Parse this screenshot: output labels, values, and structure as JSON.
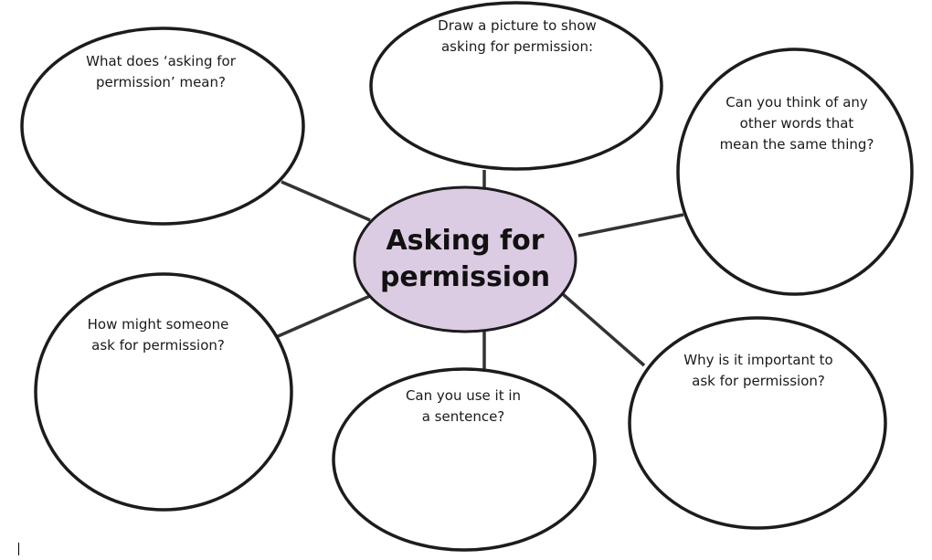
{
  "center": {
    "title_lines": [
      "Asking for",
      "permission"
    ],
    "fill": "#dcccE3"
  },
  "bubbles": [
    {
      "id": "meaning",
      "lines": [
        "What does ‘asking for",
        "permission’ mean?"
      ]
    },
    {
      "id": "picture",
      "lines": [
        "Draw a picture to show",
        "asking for permission:"
      ]
    },
    {
      "id": "synonyms",
      "lines": [
        "Can you think of any",
        "other words that",
        "mean the same thing?"
      ]
    },
    {
      "id": "how-ask",
      "lines": [
        "How might someone",
        "ask for permission?"
      ]
    },
    {
      "id": "sentence",
      "lines": [
        "Can you use it in",
        "a sentence?"
      ]
    },
    {
      "id": "importance",
      "lines": [
        "Why is it important to",
        "ask for permission?"
      ]
    }
  ]
}
